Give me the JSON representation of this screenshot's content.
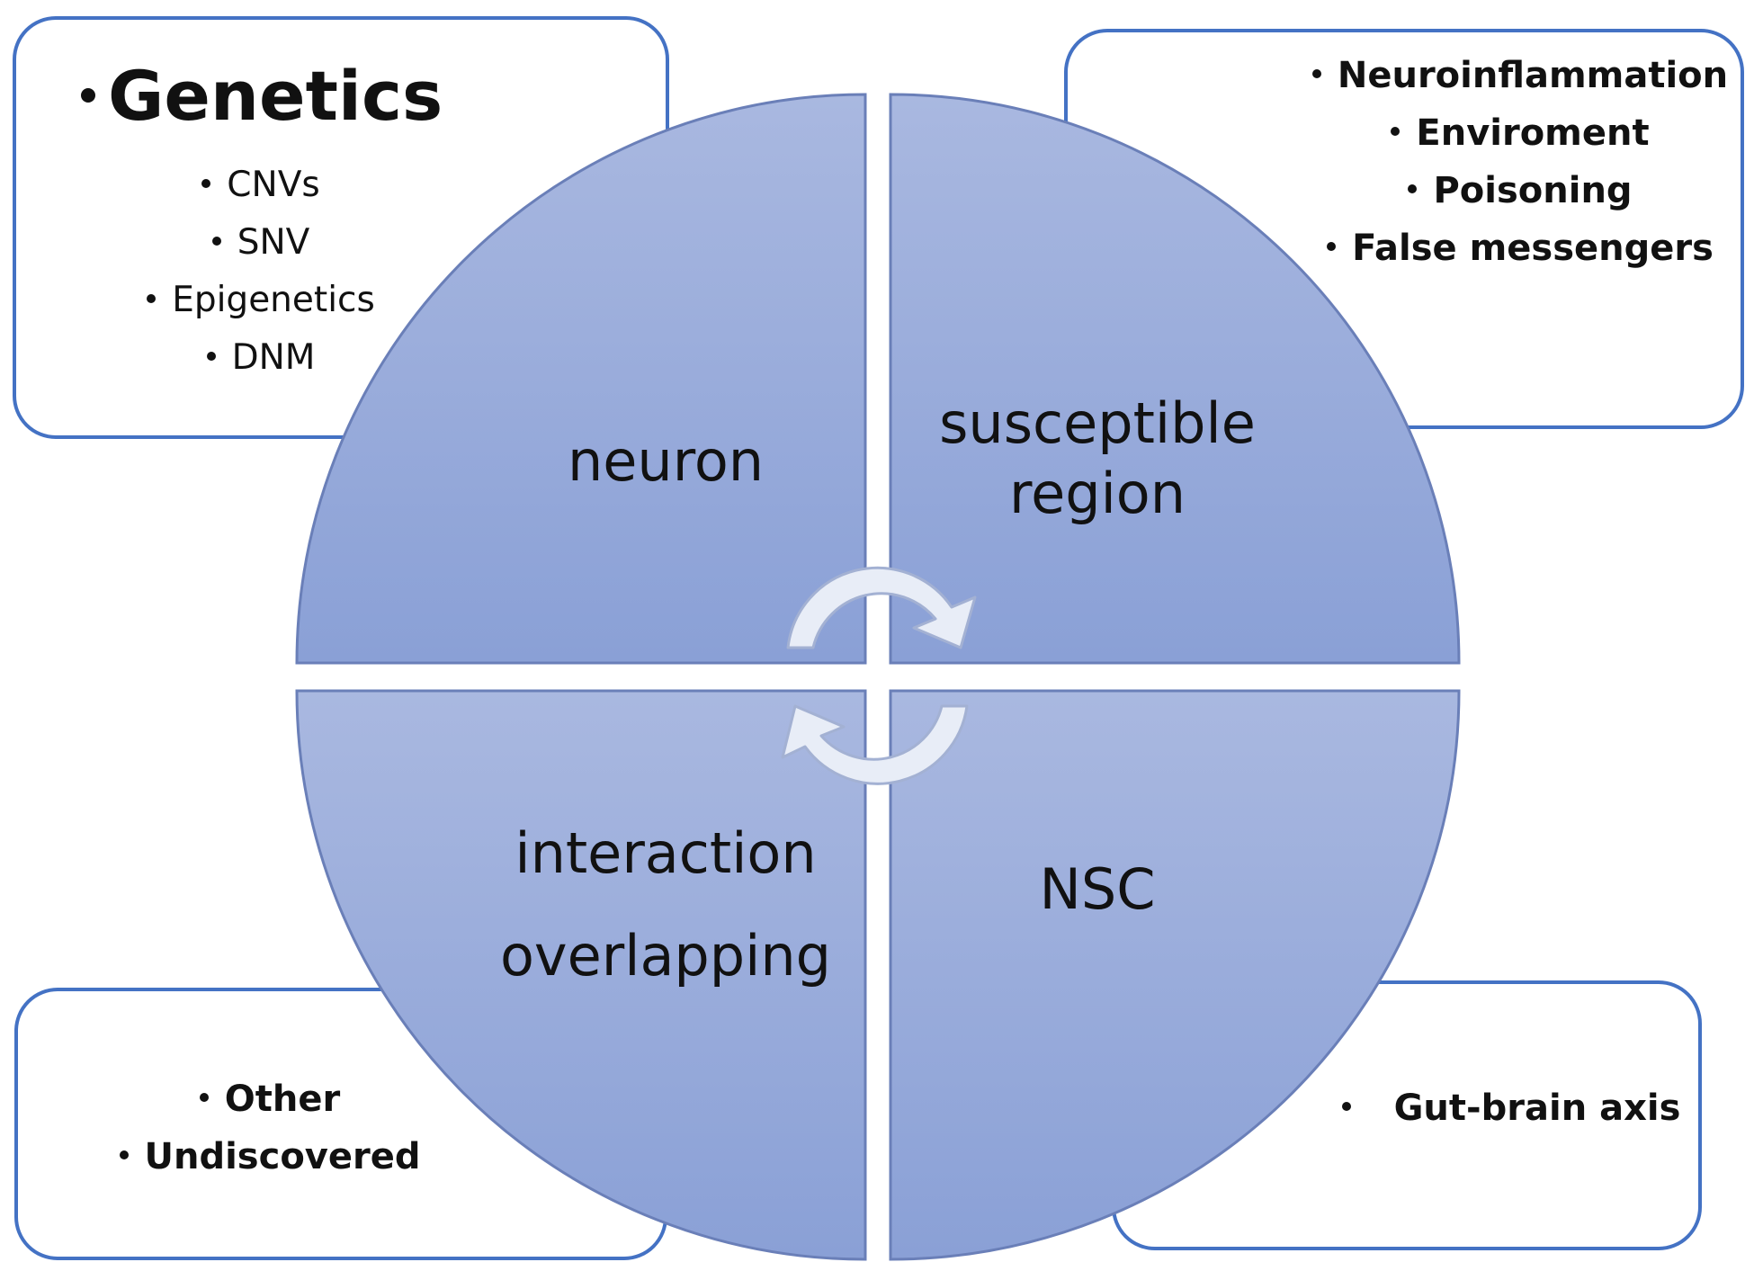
{
  "colors": {
    "box_border": "#4472c4",
    "quadrant_fill_top": "#a9b8e0",
    "quadrant_fill_bottom": "#8aa0d6",
    "quadrant_stroke": "#6a7fb8",
    "arrow_fill": "#e8edf7"
  },
  "boxes": {
    "top_left": {
      "heading": "Genetics",
      "items": [
        "CNVs",
        "SNV",
        "Epigenetics",
        "DNM"
      ]
    },
    "top_right": {
      "items": [
        "Neuroinflammation",
        "Enviroment",
        "Poisoning",
        "False messengers"
      ]
    },
    "bottom_left": {
      "items": [
        "Other",
        "Undiscovered"
      ]
    },
    "bottom_right": {
      "items": [
        "Gut-brain axis"
      ]
    }
  },
  "quadrants": {
    "top_left": {
      "lines": [
        "neuron"
      ]
    },
    "top_right": {
      "lines": [
        "susceptible",
        "region"
      ]
    },
    "bottom_left": {
      "lines": [
        "interaction",
        "overlapping"
      ]
    },
    "bottom_right": {
      "lines": [
        "NSC"
      ]
    }
  },
  "icons": [
    "cycle-arrow-icon"
  ]
}
